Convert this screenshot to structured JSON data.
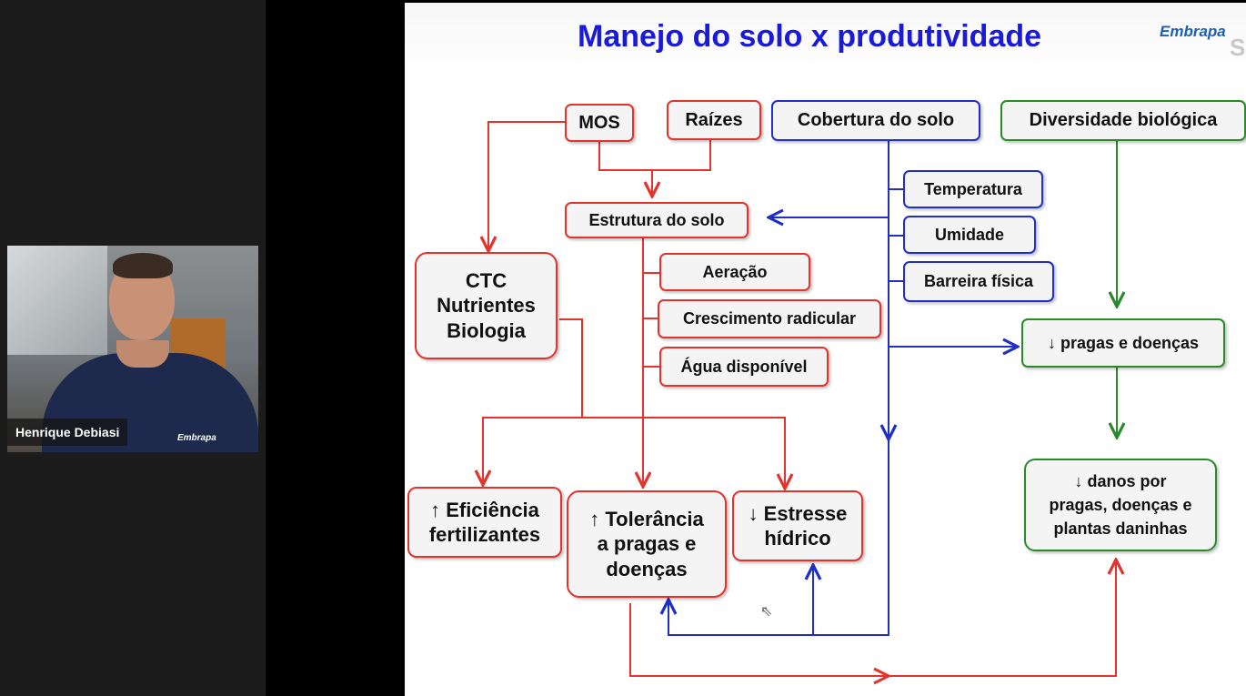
{
  "participant": {
    "name": "Henrique Debiasi",
    "shirt_logo": "Embrapa"
  },
  "slide": {
    "title": "Manejo do solo x produtividade",
    "logo": "Embrapa",
    "logo_partial": "S",
    "boxes": {
      "mos": "MOS",
      "raizes": "Raízes",
      "cobertura": "Cobertura do solo",
      "diversidade": "Diversidade biológica",
      "estrutura": "Estrutura do solo",
      "temperatura": "Temperatura",
      "umidade": "Umidade",
      "barreira": "Barreira física",
      "ctc_1": "CTC",
      "ctc_2": "Nutrientes",
      "ctc_3": "Biologia",
      "aeracao": "Aeração",
      "crescimento": "Crescimento radicular",
      "agua": "Água disponível",
      "pragas": "↓ pragas e doenças",
      "eficiencia_1": "↑ Eficiência",
      "eficiencia_2": "fertilizantes",
      "tolerancia_1": "↑ Tolerância",
      "tolerancia_2": "a pragas e",
      "tolerancia_3": "doenças",
      "estresse_1": "↓ Estresse",
      "estresse_2": "hídrico",
      "danos_1": "↓ danos por",
      "danos_2": "pragas, doenças e",
      "danos_3": "plantas daninhas"
    }
  },
  "colors": {
    "red": "#e2332c",
    "blue": "#1f2fc8",
    "green": "#2a8a2a",
    "title": "#1a1adc"
  }
}
